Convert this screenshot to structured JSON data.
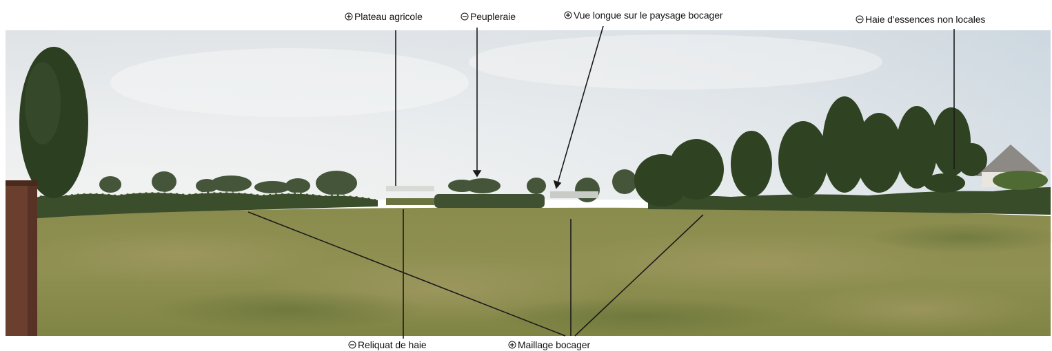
{
  "annotations": {
    "plateau": {
      "sign": "plus",
      "text": "Plateau agricole"
    },
    "peupleraie": {
      "sign": "minus",
      "text": "Peupleraie"
    },
    "vue": {
      "sign": "plus",
      "text": "Vue longue sur le paysage bocager"
    },
    "haie_nonlocale": {
      "sign": "minus",
      "text": "Haie d'essences non locales"
    },
    "reliquat": {
      "sign": "minus",
      "text": "Reliquat de haie"
    },
    "maillage": {
      "sign": "plus",
      "text": "Maillage bocager"
    }
  },
  "colors": {
    "sky": "#e7eaec",
    "grass": "#8e9052",
    "hedge": "#3a4d2a",
    "tree": "#2f4322",
    "roof": "#8a8580",
    "post": "#6b3f2e",
    "pointer": "#1a1a1a"
  }
}
